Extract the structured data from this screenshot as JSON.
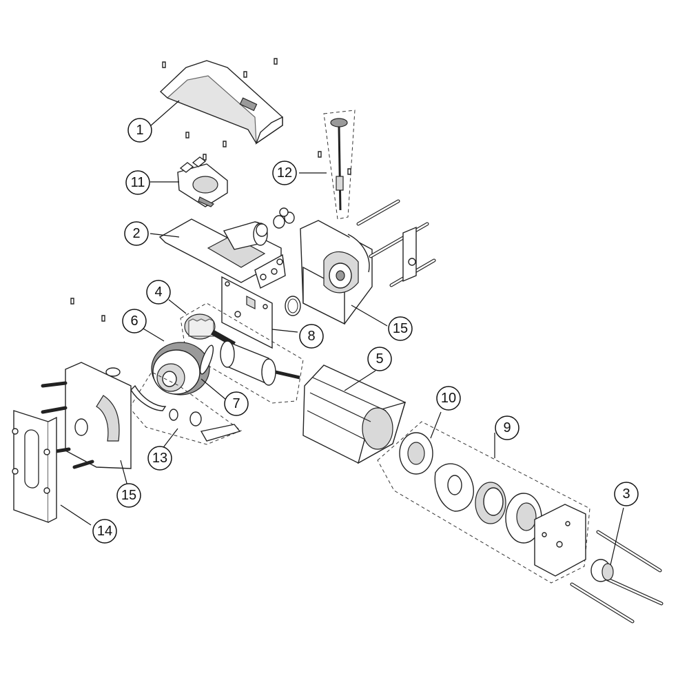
{
  "diagram": {
    "callouts": [
      {
        "id": "c1",
        "label": "1"
      },
      {
        "id": "c2",
        "label": "2"
      },
      {
        "id": "c3",
        "label": "3"
      },
      {
        "id": "c4",
        "label": "4"
      },
      {
        "id": "c5",
        "label": "5"
      },
      {
        "id": "c6",
        "label": "6"
      },
      {
        "id": "c7",
        "label": "7"
      },
      {
        "id": "c8",
        "label": "8"
      },
      {
        "id": "c9",
        "label": "9"
      },
      {
        "id": "c10",
        "label": "10"
      },
      {
        "id": "c11",
        "label": "11"
      },
      {
        "id": "c12",
        "label": "12"
      },
      {
        "id": "c13",
        "label": "13"
      },
      {
        "id": "c14",
        "label": "14"
      },
      {
        "id": "c15a",
        "label": "15"
      },
      {
        "id": "c15b",
        "label": "15"
      }
    ]
  }
}
